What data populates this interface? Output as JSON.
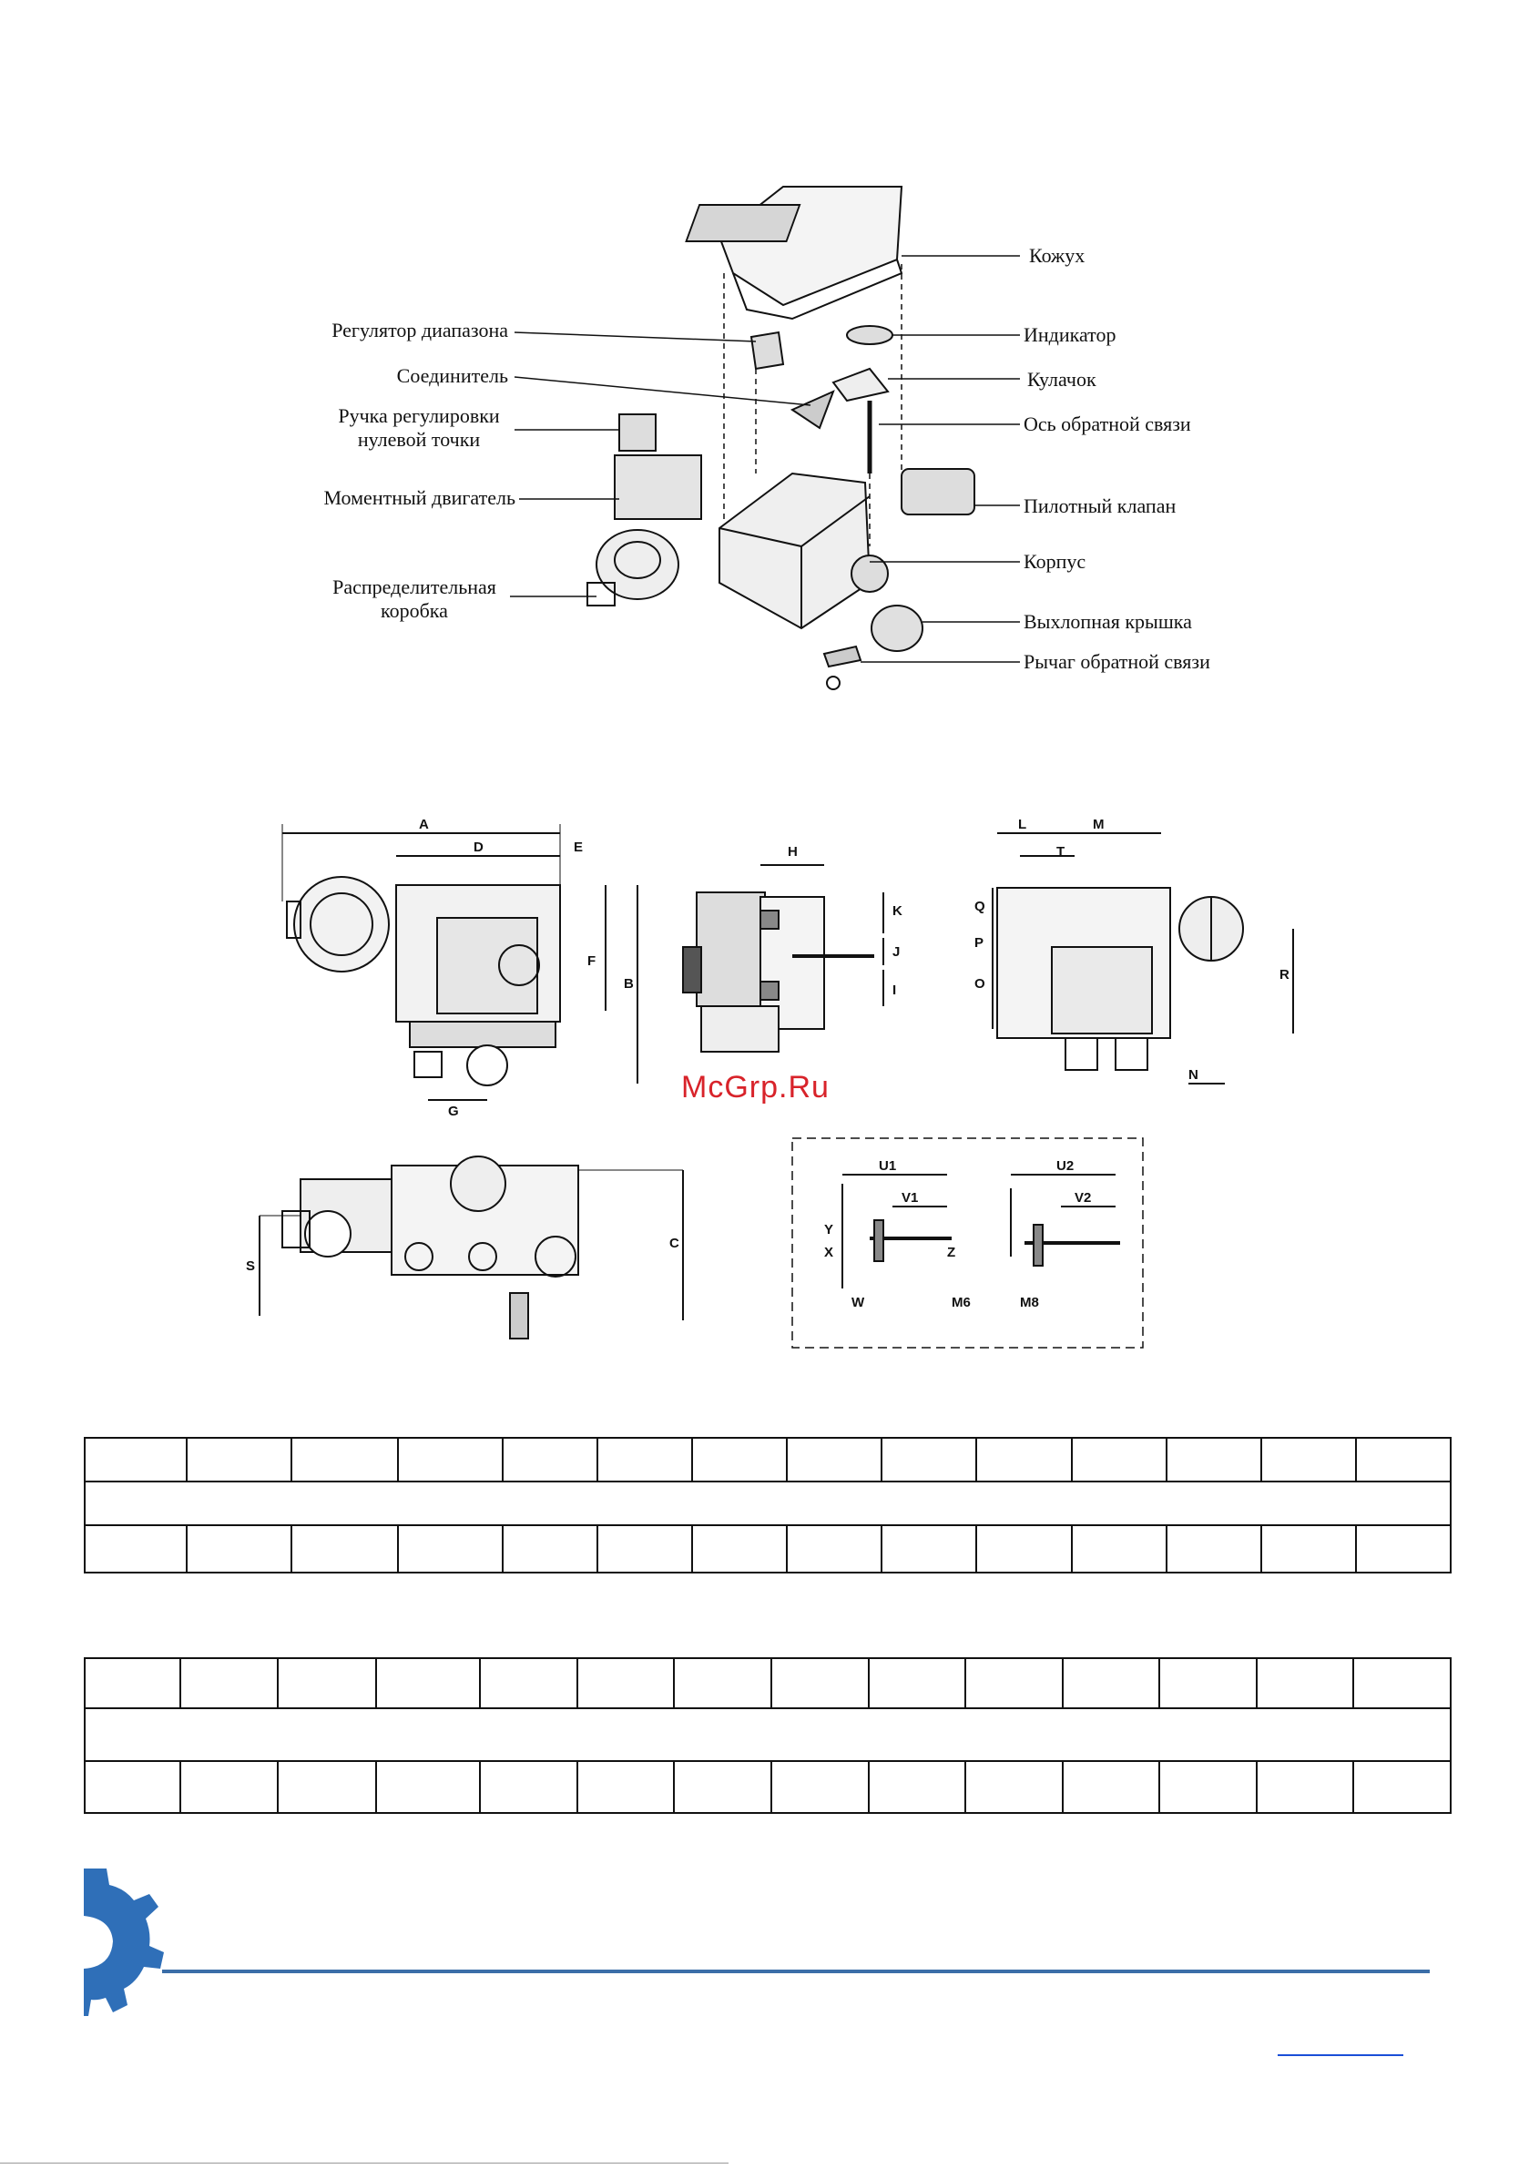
{
  "exploded_view": {
    "labels_left": [
      "Регулятор диапазона",
      "Соединитель",
      "Ручка регулировки\nнулевой точки",
      "Моментный двигатель",
      "Распределительная\nкоробка"
    ],
    "labels_right": [
      "Кожух",
      "Индикатор",
      "Кулачок",
      "Ось обратной связи",
      "Пилотный клапан",
      "Корпус",
      "Выхлопная крышка",
      "Рычаг обратной связи"
    ]
  },
  "dimension_drawings": {
    "front_labels": [
      "A",
      "D",
      "E",
      "F",
      "B",
      "G"
    ],
    "side_labels": [
      "H",
      "K",
      "J",
      "I"
    ],
    "rear_labels": [
      "L",
      "M",
      "T",
      "Q",
      "P",
      "O",
      "R",
      "N"
    ],
    "bottom_labels": [
      "S",
      "C"
    ],
    "shaft_detail_labels": [
      "U1",
      "V1",
      "Y",
      "X",
      "Z",
      "W",
      "M6",
      "U2",
      "V2",
      "M8"
    ]
  },
  "watermark": "McGrp.Ru",
  "table1": {
    "columns": 14
  },
  "table2": {
    "columns": 14
  },
  "colors": {
    "footer_line": "#3b6ea8",
    "logo": "#2f6fb8",
    "watermark": "#d8232a"
  }
}
